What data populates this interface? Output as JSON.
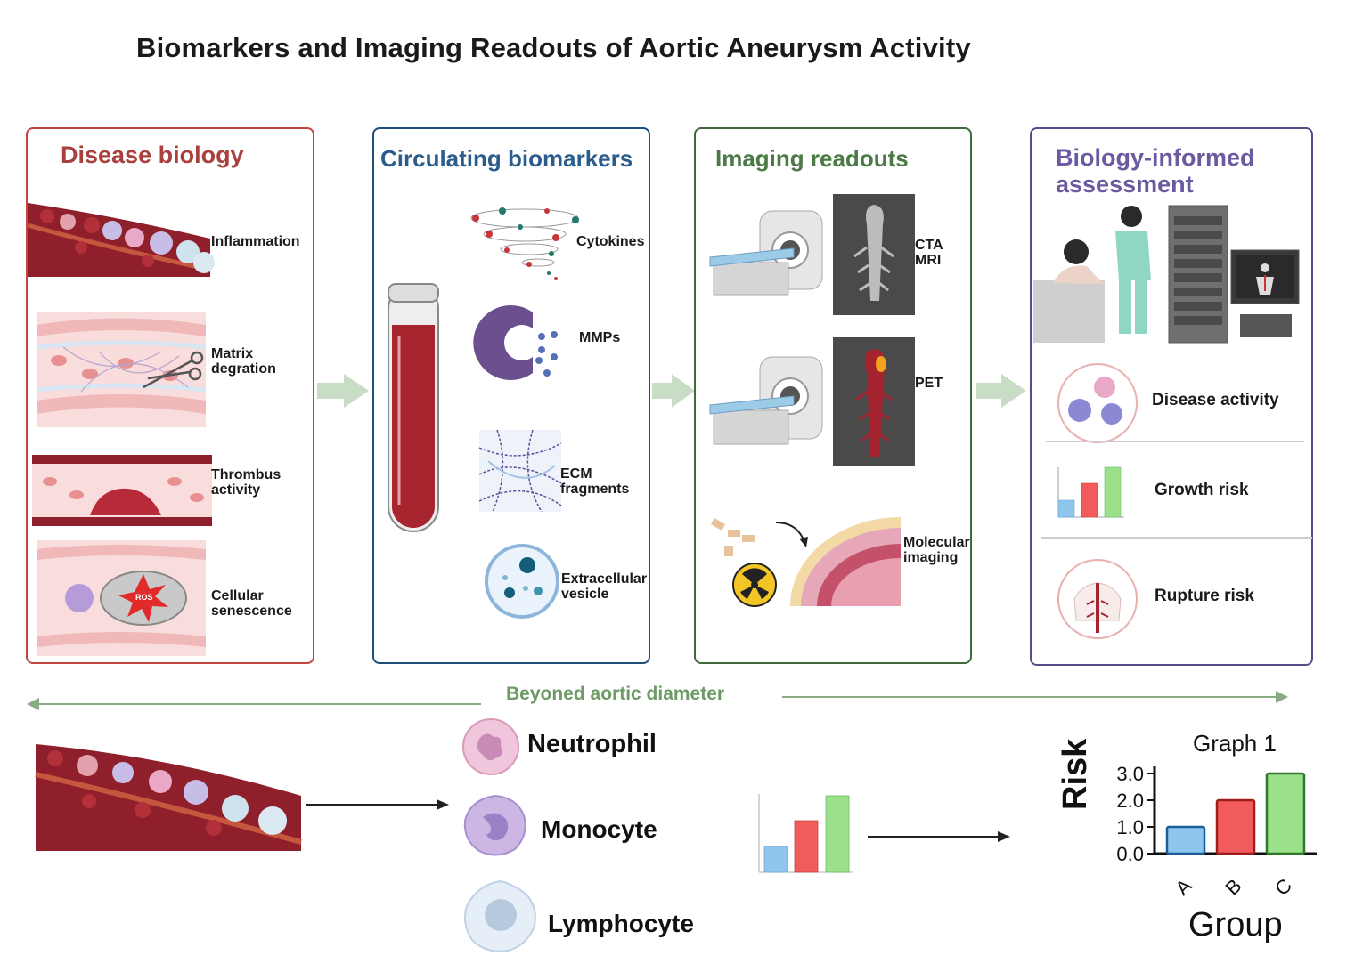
{
  "title": "Biomarkers and Imaging Readouts of Aortic Aneurysm Activity",
  "colors": {
    "disease": "#c0463f",
    "biomarker": "#1f4e79",
    "imaging": "#3f6b3a",
    "assessment": "#5a4a8a",
    "flow_arrow": "#c9dcc5",
    "diameter_arrow": "#8aaa84",
    "bar_a": "#8fc6ee",
    "bar_b": "#f15b5b",
    "bar_c": "#9be08a"
  },
  "panels": {
    "disease": {
      "title": "Disease biology",
      "items": {
        "inflammation": "Inflammation",
        "matrix_1": "Matrix",
        "matrix_2": "degration",
        "thrombus_1": "Thrombus",
        "thrombus_2": "activity",
        "senescence_1": "Cellular",
        "senescence_2": "senescence",
        "ros": "ROS"
      }
    },
    "biomarkers": {
      "title": "Circulating biomarkers",
      "items": {
        "cytokines": "Cytokines",
        "mmps": "MMPs",
        "ecm_1": "ECM",
        "ecm_2": "fragments",
        "ev_1": "Extracellular",
        "ev_2": "vesicle"
      }
    },
    "imaging": {
      "title": "Imaging readouts",
      "items": {
        "cta": "CTA",
        "mri": "MRI",
        "pet": "PET",
        "molecular_1": "Molecular",
        "molecular_2": "imaging"
      }
    },
    "assessment": {
      "title_1": "Biology-informed",
      "title_2": "assessment",
      "items": {
        "activity": "Disease activity",
        "growth": "Growth risk",
        "rupture": "Rupture risk"
      }
    }
  },
  "diameter_label": "Beyoned aortic diameter",
  "cells": {
    "neutrophil": "Neutrophil",
    "monocyte": "Monocyte",
    "lymphocyte": "Lymphocyte"
  },
  "chart_data": {
    "type": "bar",
    "title": "Graph 1",
    "categories": [
      "A",
      "B",
      "C"
    ],
    "values": [
      1.0,
      2.0,
      3.0
    ],
    "xlabel": "Group",
    "ylabel": "Risk",
    "ylim": [
      0,
      3.0
    ],
    "yticks": [
      "0.0",
      "1.0",
      "2.0",
      "3.0"
    ]
  }
}
